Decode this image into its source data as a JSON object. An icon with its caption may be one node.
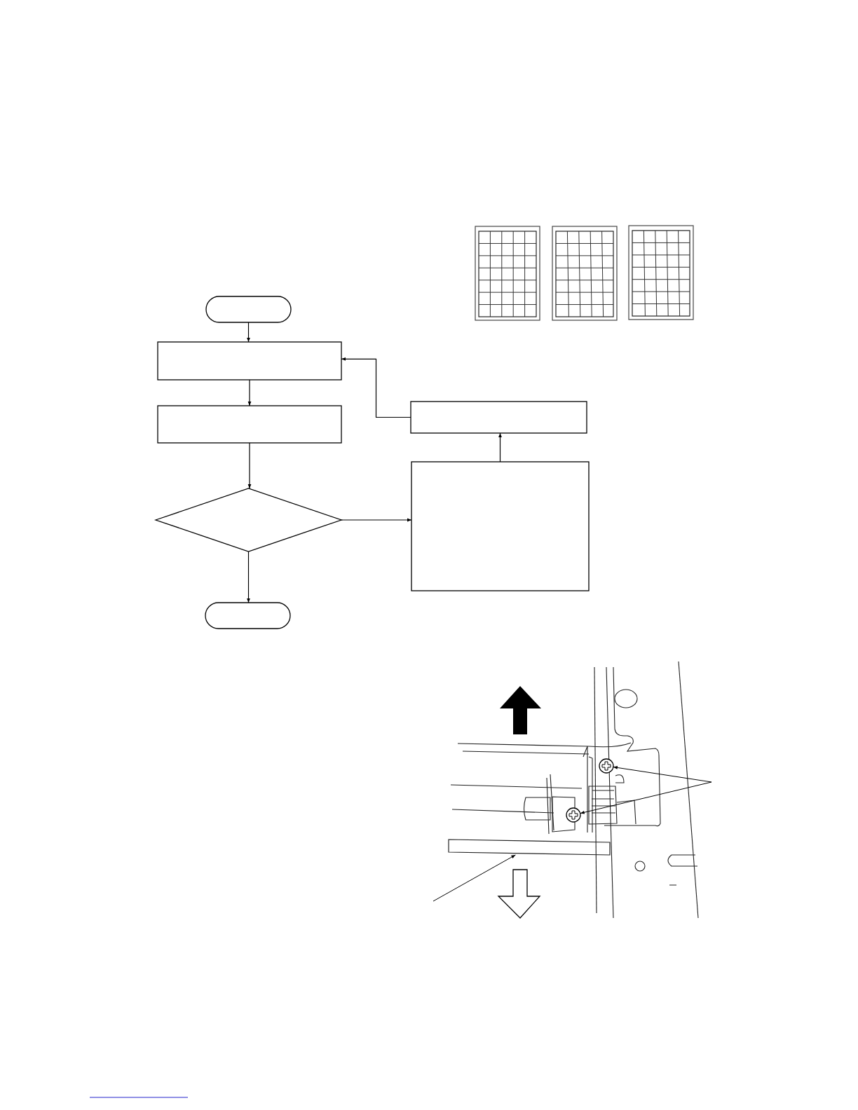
{
  "diagram": {
    "nodes": [
      {
        "text": [],
        "shape": "oval"
      },
      {
        "text": [],
        "shape": "box"
      },
      {
        "text": [],
        "shape": "box"
      },
      {
        "text": [],
        "shape": "diamond"
      },
      {
        "text": [],
        "shape": "oval"
      },
      {
        "text": [],
        "shape": "box"
      },
      {
        "text": [],
        "shape": "box"
      },
      {
        "text": [],
        "shape": "screw"
      },
      {
        "text": [],
        "shape": "screw"
      },
      {
        "text": [],
        "shape": "bar"
      }
    ],
    "edges": [
      {
        "from": 0,
        "to": 1,
        "arrow": "to"
      },
      {
        "from": 1,
        "to": 2,
        "arrow": "to"
      },
      {
        "from": 2,
        "to": 3,
        "arrow": "to"
      },
      {
        "from": 3,
        "to": 4,
        "arrow": "to"
      },
      {
        "from": 3,
        "to": 6,
        "arrow": "to"
      },
      {
        "from": 6,
        "to": 5,
        "arrow": "to"
      },
      {
        "from": 5,
        "to": 1,
        "arrow": "to"
      },
      {
        "from": null,
        "to": 7,
        "arrow": "to"
      },
      {
        "from": null,
        "to": 8,
        "arrow": "to"
      },
      {
        "from": null,
        "to": 9,
        "arrow": "to"
      }
    ]
  }
}
